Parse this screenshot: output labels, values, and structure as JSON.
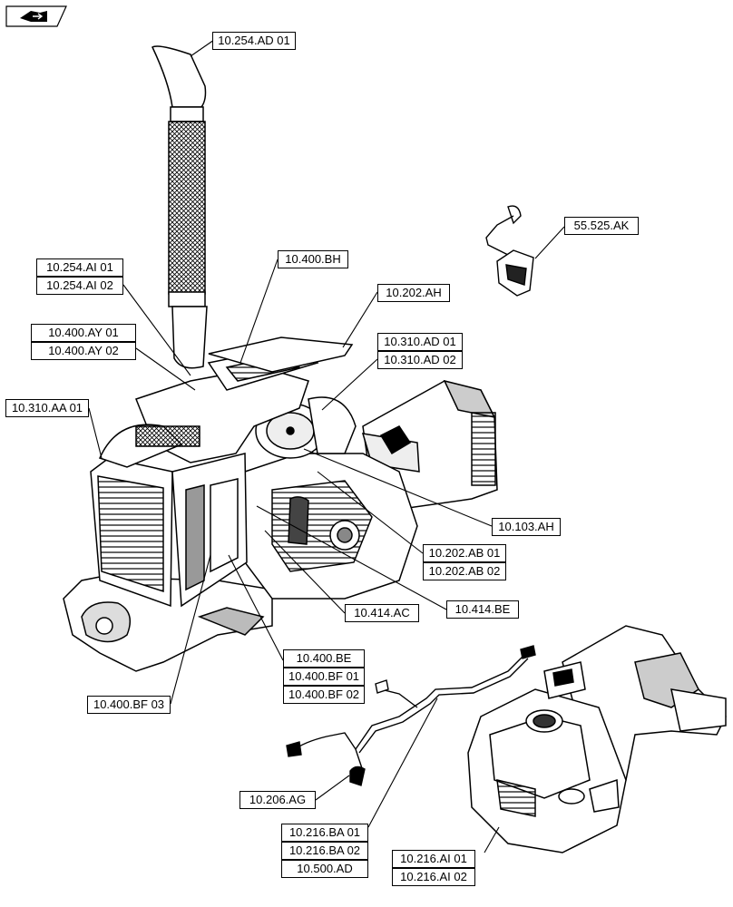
{
  "nav_icon": "back-arrow-icon",
  "callouts": {
    "c1": "10.254.AD 01",
    "c2": "55.525.AK",
    "c3": "10.254.AI 01",
    "c4": "10.254.AI 02",
    "c5": "10.400.BH",
    "c6": "10.202.AH",
    "c7": "10.400.AY 01",
    "c8": "10.400.AY 02",
    "c9": "10.310.AD 01",
    "c10": "10.310.AD 02",
    "c11": "10.310.AA 01",
    "c12": "10.103.AH",
    "c13": "10.202.AB 01",
    "c14": "10.202.AB 02",
    "c15": "10.414.AC",
    "c16": "10.414.BE",
    "c17": "10.400.BE",
    "c18": "10.400.BF 01",
    "c19": "10.400.BF 02",
    "c20": "10.400.BF 03",
    "c21": "10.206.AG",
    "c22": "10.216.BA 01",
    "c23": "10.216.BA 02",
    "c24": "10.500.AD",
    "c25": "10.216.AI 01",
    "c26": "10.216.AI 02"
  }
}
